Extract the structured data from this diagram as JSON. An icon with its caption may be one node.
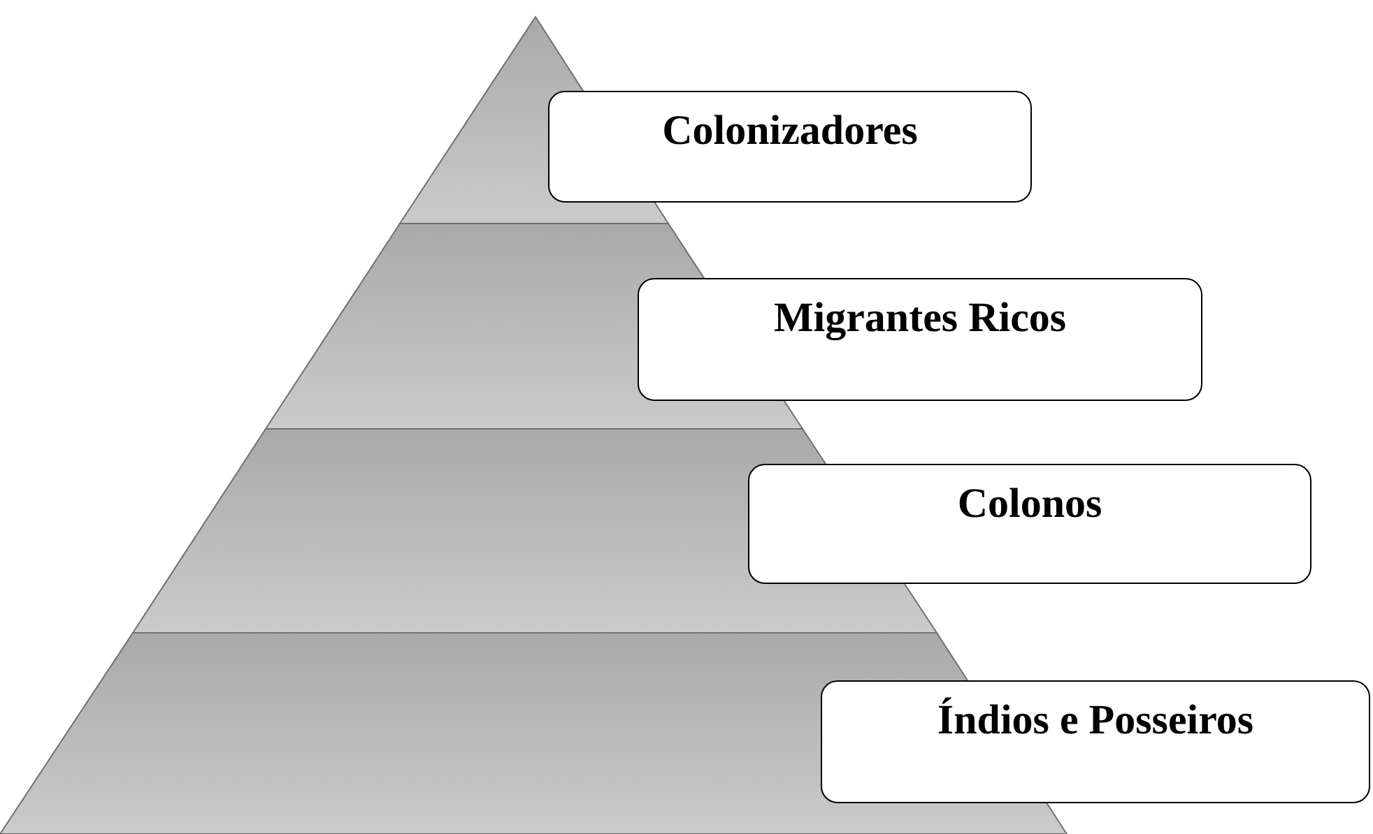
{
  "diagram": {
    "nodes": [
      {
        "text": [
          "Colonizadores"
        ]
      },
      {
        "text": [
          "Migrantes Ricos"
        ]
      },
      {
        "text": [
          "Colonos"
        ]
      },
      {
        "text": [
          "Índios e Posseiros"
        ]
      }
    ]
  }
}
